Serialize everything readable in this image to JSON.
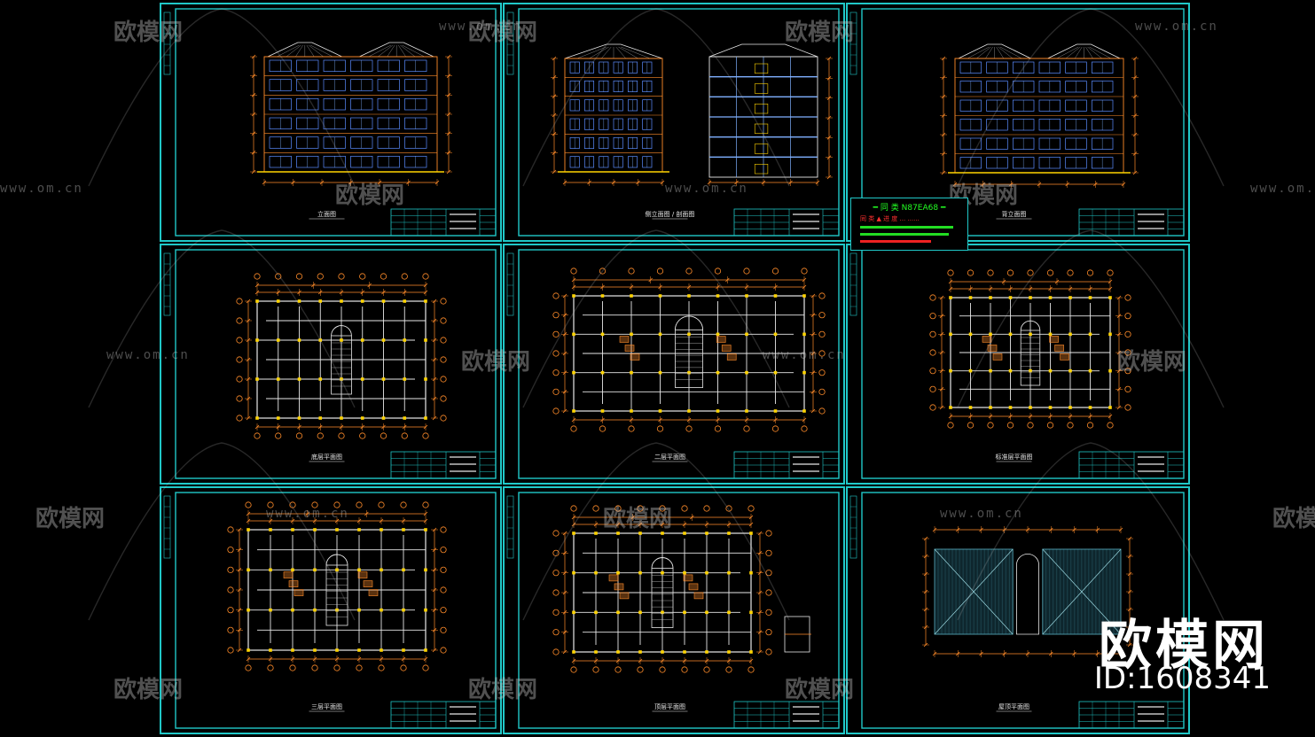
{
  "app": {
    "title": "CAD drawing set",
    "accent_color": "#20c8c8",
    "background_color": "#000000"
  },
  "watermark": {
    "url_text": "www.om.cn",
    "logo_text": "欧模网",
    "logo_icon": "sofa-icon"
  },
  "brand": {
    "name": "欧模网",
    "id_label": "ID:1608341"
  },
  "popup": {
    "title": "━ 同 类  N87EA68 ━",
    "subtitle": "同 类 ▲ 进 度  ...  ......",
    "bar_colors": [
      "#22dd22",
      "#22dd22",
      "#ee2222"
    ]
  },
  "sheets": [
    {
      "id": "s1",
      "kind": "elevation-front",
      "title": "立面图"
    },
    {
      "id": "s2",
      "kind": "elevation-side-section",
      "title": "侧立面图 / 剖面图"
    },
    {
      "id": "s3",
      "kind": "elevation-rear",
      "title": "背立面图"
    },
    {
      "id": "s4",
      "kind": "plan-foundation",
      "title": "底层平面图"
    },
    {
      "id": "s5",
      "kind": "plan-floor",
      "title": "二层平面图"
    },
    {
      "id": "s6",
      "kind": "plan-floor",
      "title": "标准层平面图"
    },
    {
      "id": "s7",
      "kind": "plan-floor",
      "title": "三层平面图"
    },
    {
      "id": "s8",
      "kind": "plan-floor-detail",
      "title": "顶层平面图"
    },
    {
      "id": "s9",
      "kind": "plan-roof",
      "title": "屋顶平面图"
    }
  ]
}
